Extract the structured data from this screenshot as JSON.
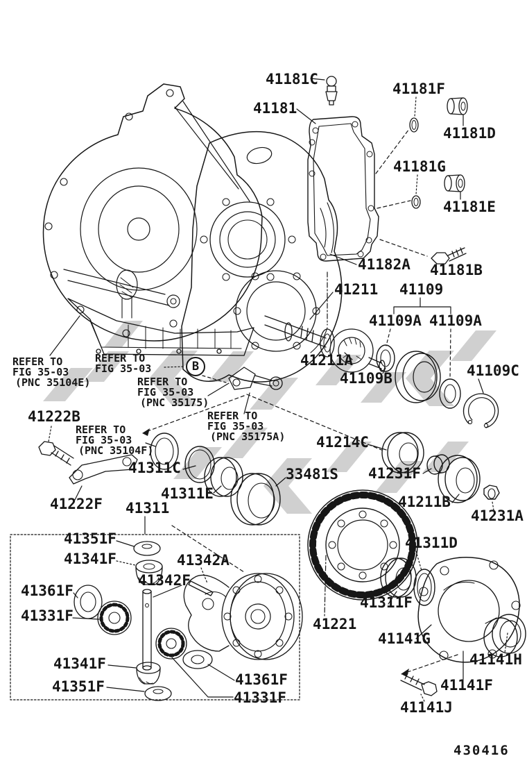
{
  "figure": {
    "code": "430416"
  },
  "colors": {
    "background": "#ffffff",
    "line": "#161616",
    "watermark": "#c8c8c8"
  },
  "callouts": {
    "b": "B"
  },
  "part_labels": [
    {
      "text": "41181C"
    },
    {
      "text": "41181F"
    },
    {
      "text": "41181"
    },
    {
      "text": "41181D"
    },
    {
      "text": "41181G"
    },
    {
      "text": "41181E"
    },
    {
      "text": "41182A"
    },
    {
      "text": "41181B"
    },
    {
      "text": "41211"
    },
    {
      "text": "41109"
    },
    {
      "text": "41109A"
    },
    {
      "text": "41109A"
    },
    {
      "text": "41211A"
    },
    {
      "text": "41109B"
    },
    {
      "text": "41109C"
    },
    {
      "text": "41222B"
    },
    {
      "text": "41214C"
    },
    {
      "text": "33481S"
    },
    {
      "text": "41311C"
    },
    {
      "text": "41231F"
    },
    {
      "text": "41311E"
    },
    {
      "text": "41211B"
    },
    {
      "text": "41222F"
    },
    {
      "text": "41311"
    },
    {
      "text": "41231A"
    },
    {
      "text": "41311D"
    },
    {
      "text": "41351F"
    },
    {
      "text": "41341F"
    },
    {
      "text": "41342A"
    },
    {
      "text": "41342F"
    },
    {
      "text": "41361F"
    },
    {
      "text": "41331F"
    },
    {
      "text": "41311F"
    },
    {
      "text": "41221"
    },
    {
      "text": "41141G"
    },
    {
      "text": "41141H"
    },
    {
      "text": "41341F"
    },
    {
      "text": "41361F"
    },
    {
      "text": "41141F"
    },
    {
      "text": "41351F"
    },
    {
      "text": "41331F"
    },
    {
      "text": "41141J"
    }
  ],
  "refer_notes": [
    {
      "lines": [
        "REFER TO",
        "FIG 35-03",
        "(PNC 35104E)"
      ]
    },
    {
      "lines": [
        "REFER TO",
        "FIG 35-03"
      ]
    },
    {
      "lines": [
        "REFER TO",
        "FIG 35-03",
        "(PNC 35175)"
      ]
    },
    {
      "lines": [
        "REFER TO",
        "FIG 35-03",
        "(PNC 35175A)"
      ]
    },
    {
      "lines": [
        "REFER TO",
        "FIG 35-03",
        "(PNC 35104F)"
      ]
    }
  ]
}
